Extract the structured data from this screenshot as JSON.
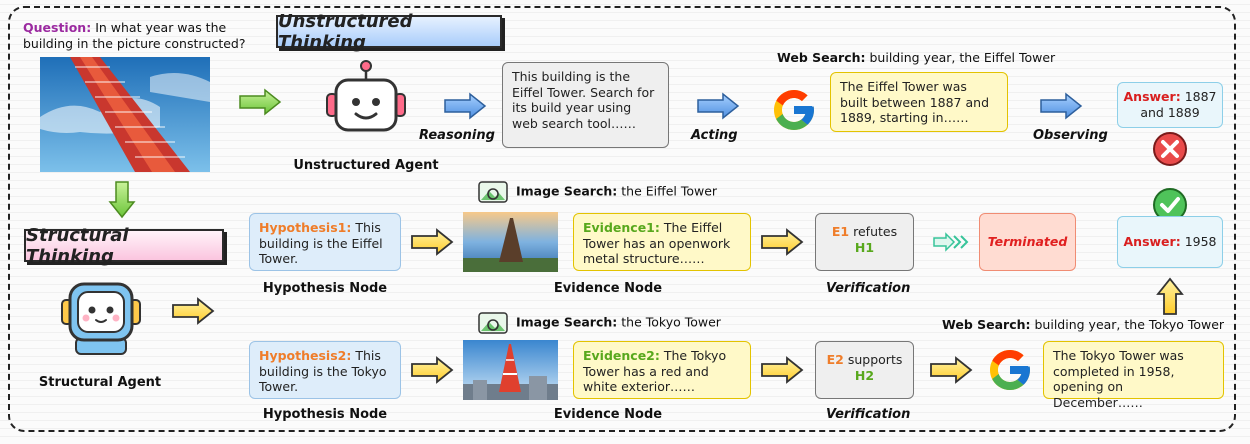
{
  "question": {
    "label": "Question:",
    "text": "In what year was the building in the picture constructed?"
  },
  "unstructured": {
    "title": "Unstructured Thinking",
    "agent_label": "Unstructured Agent",
    "reasoning_text": "This building is the Eiffel Tower. Search for its build year using web search tool……",
    "step_reasoning": "Reasoning",
    "step_acting": "Acting",
    "step_observing": "Observing",
    "web_search_label": "Web Search:",
    "web_search_query": "building year, the Eiffel Tower",
    "observation_text": "The Eiffel Tower was built between 1887 and 1889, starting in……",
    "answer_label": "Answer:",
    "answer_value": "1887 and 1889"
  },
  "structural": {
    "title": "Structural Thinking",
    "agent_label": "Structural Agent",
    "branch1": {
      "image_search_label": "Image Search:",
      "image_search_query": "the Eiffel Tower",
      "hypothesis_label": "Hypothesis1:",
      "hypothesis_text": "This building is the Eiffel Tower.",
      "evidence_label": "Evidence1:",
      "evidence_text": "The Eiffel Tower has an openwork metal structure……",
      "verify_e": "E1",
      "verify_relation": "refutes",
      "verify_h": "H1",
      "terminated": "Terminated",
      "answer_label": "Answer:",
      "answer_value": "1958"
    },
    "branch2": {
      "image_search_label": "Image Search:",
      "image_search_query": "the Tokyo Tower",
      "hypothesis_label": "Hypothesis2:",
      "hypothesis_text": "This building is the Tokyo Tower.",
      "evidence_label": "Evidence2:",
      "evidence_text": "The Tokyo Tower has a red and white exterior……",
      "verify_e": "E2",
      "verify_relation": "supports",
      "verify_h": "H2",
      "web_search_label": "Web Search:",
      "web_search_query": "building year, the Tokyo Tower",
      "observation_text": "The Tokyo Tower was completed in 1958, opening on December……"
    },
    "node_hypothesis": "Hypothesis Node",
    "node_evidence": "Evidence Node",
    "node_verification": "Verification"
  },
  "colors": {
    "accent_purple": "#9b2aa0",
    "hypothesis_orange": "#ef7d2a",
    "evidence_green": "#58a81d",
    "answer_red": "#d91f1f",
    "arrow_green": "#8fd14f",
    "arrow_blue": "#6fa8e8",
    "arrow_yellow": "#ffd84a"
  }
}
